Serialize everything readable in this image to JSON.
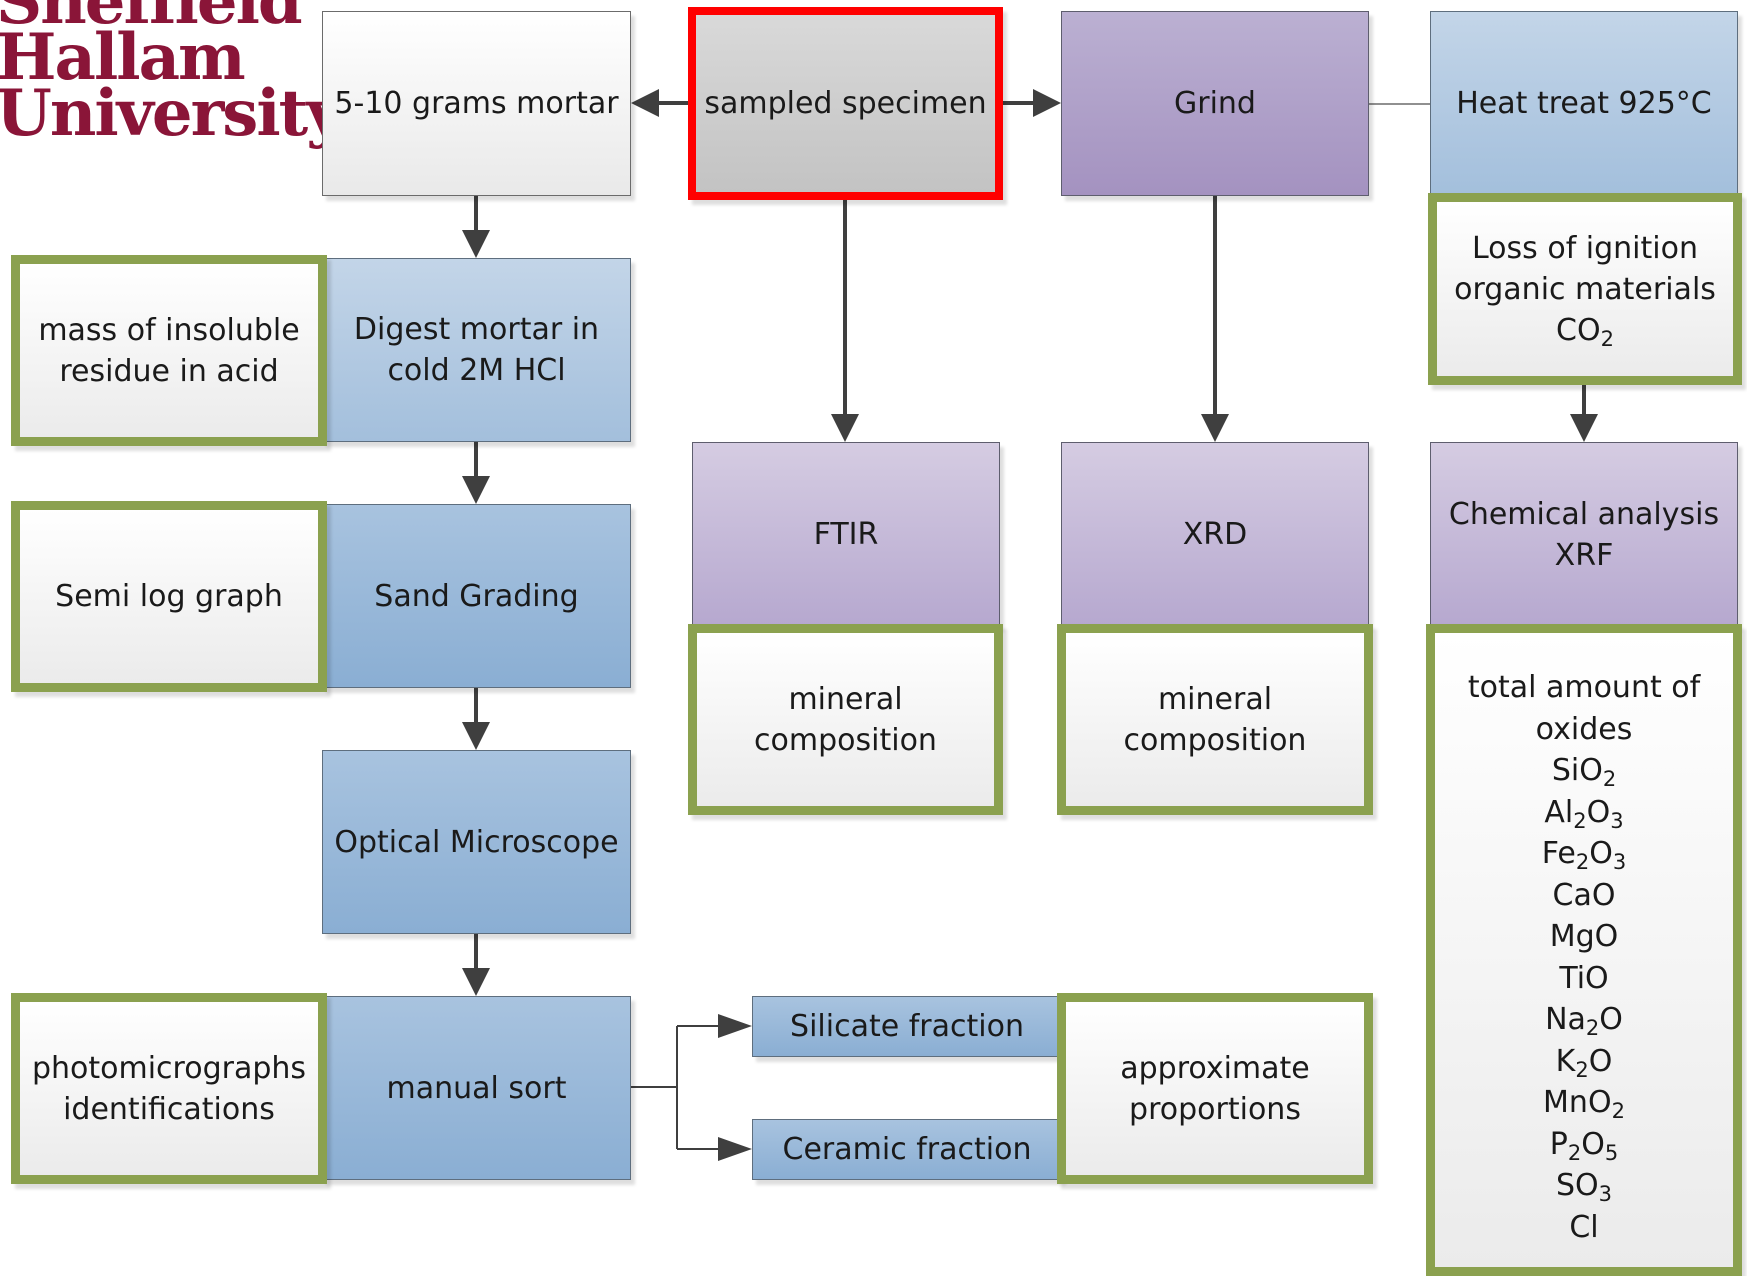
{
  "logo": {
    "line1": "Sheffield",
    "line2": "Hallam",
    "line3": "University"
  },
  "nodes": {
    "mortar": "5-10 grams mortar",
    "specimen": "sampled specimen",
    "grind": "Grind",
    "heat": "Heat treat 925°C",
    "insoluble": [
      "mass of insoluble",
      "residue in acid"
    ],
    "digest": [
      "Digest mortar in",
      "cold 2M HCl"
    ],
    "loss": [
      "Loss of ignition",
      "organic materials",
      "CO₂"
    ],
    "semilog": "Semi log graph",
    "sand": "Sand Grading",
    "ftir": "FTIR",
    "xrd": "XRD",
    "chem": [
      "Chemical analysis",
      "XRF"
    ],
    "mineral_ftir": [
      "mineral",
      "composition"
    ],
    "mineral_xrd": [
      "mineral",
      "composition"
    ],
    "optical": "Optical Microscope",
    "photo": [
      "photomicrographs",
      "identifications"
    ],
    "manual": "manual sort",
    "silicate": "Silicate fraction",
    "ceramic": "Ceramic fraction",
    "approx": [
      "approximate",
      "proportions"
    ],
    "oxides": [
      "total amount of",
      "oxides",
      "SiO₂",
      "Al₂O₃",
      "Fe₂O₃",
      "CaO",
      "MgO",
      "TiO",
      "Na₂O",
      "K₂O",
      "MnO₂",
      "P₂O₅",
      "SO₃",
      "Cl"
    ]
  },
  "colors": {
    "highlight_border": "#ff0000",
    "result_border": "#8ba14f",
    "purple_fill": "#a492c0",
    "blue_fill": "#a3bfdc",
    "logo": "#8a1538",
    "connector": "#3f3f3f"
  }
}
